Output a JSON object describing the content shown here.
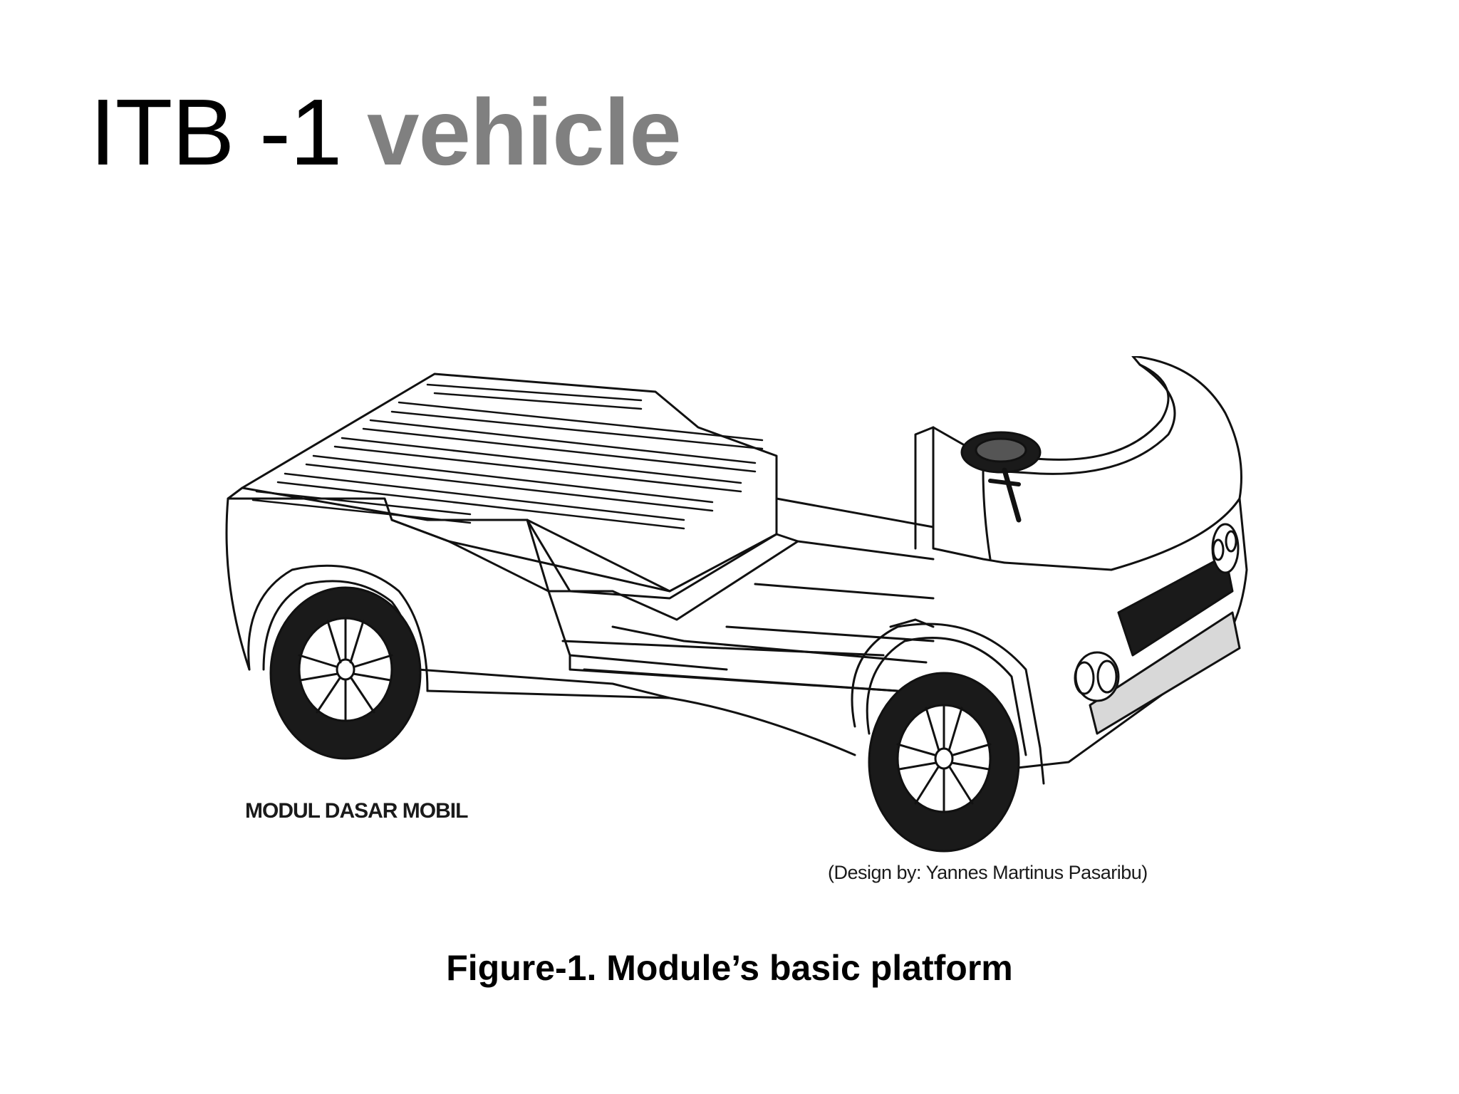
{
  "slide": {
    "title_part1": "ITB -1",
    "title_part2": "vehicle",
    "title_part2_color": "#808080",
    "figure": {
      "label": "MODUL DASAR MOBIL",
      "credit": "(Design by: Yannes Martinus Pasaribu)"
    },
    "caption": "Figure-1. Module’s basic platform"
  }
}
